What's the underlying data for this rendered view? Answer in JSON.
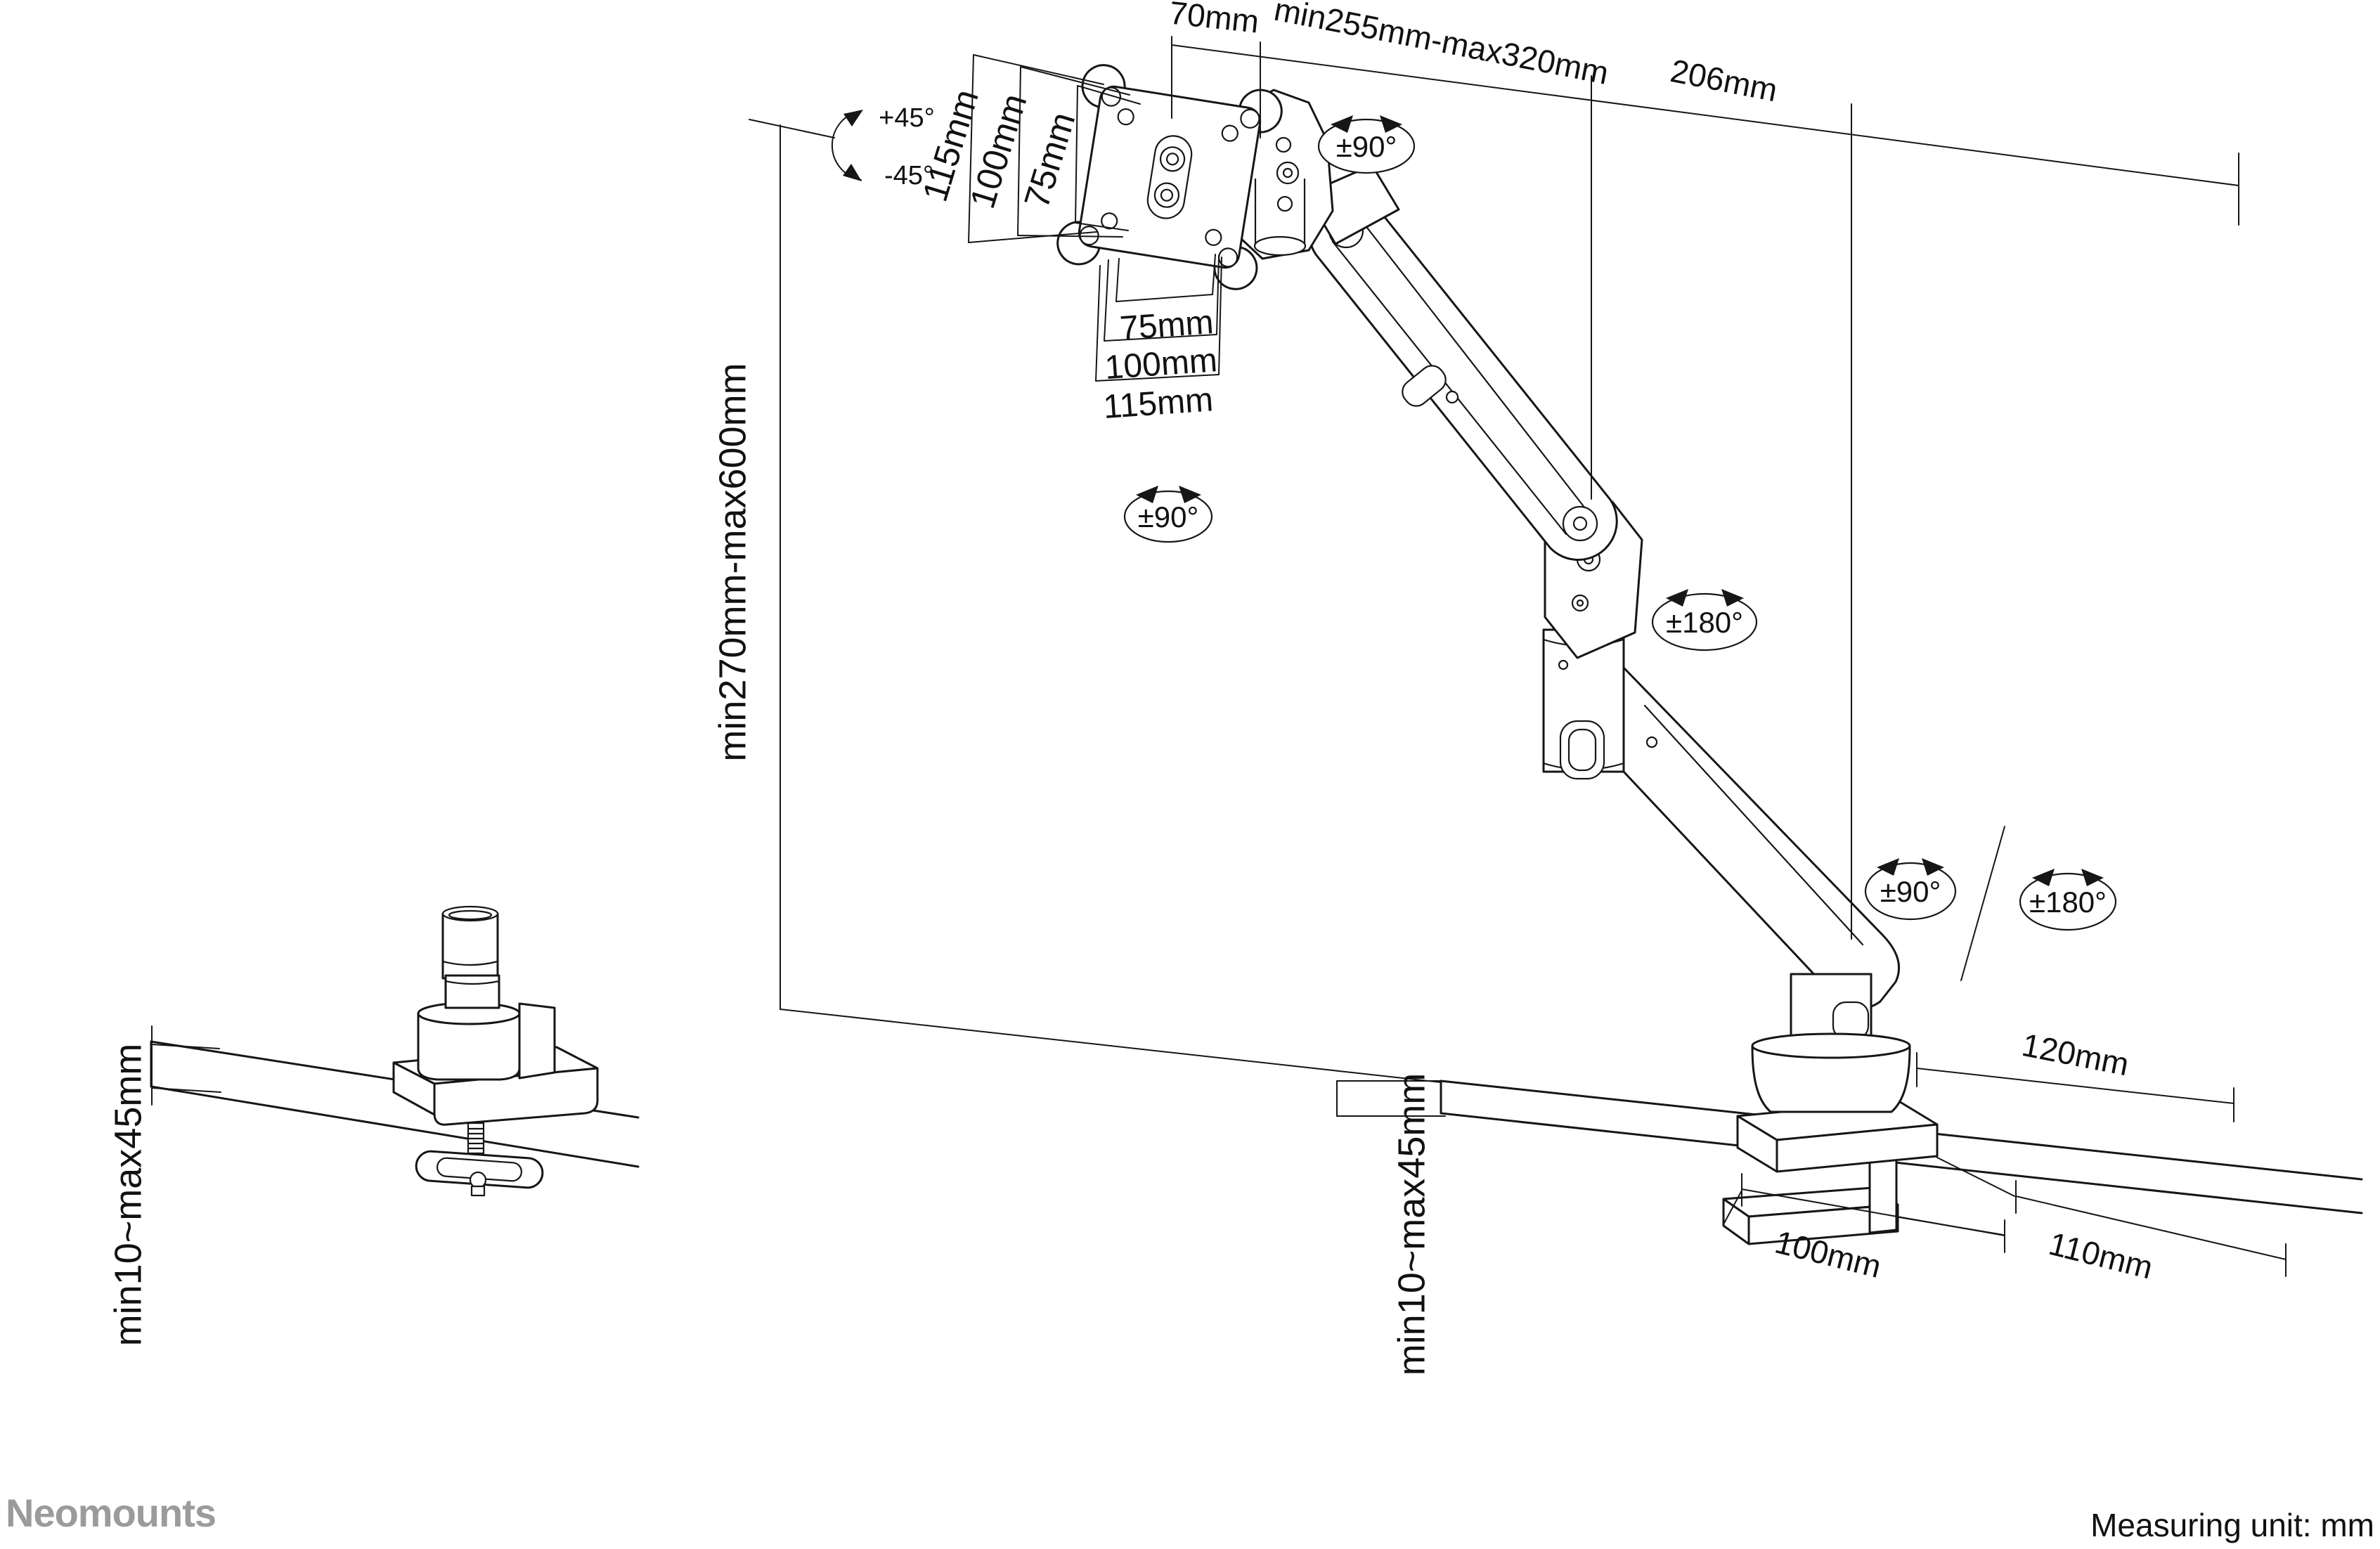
{
  "meta": {
    "brand": "Neomounts",
    "measuring_unit_label": "Measuring unit: mm"
  },
  "colors": {
    "line": "#161616",
    "background": "#ffffff",
    "logo_gray": "#9b9b9b"
  },
  "annotations": {
    "tilt_up": "+45°",
    "tilt_down": "-45°",
    "head_swivel": "±90°",
    "head_rotate": "±90°",
    "elbow_swivel": "±180°",
    "base_swivel": "±90°",
    "base_rotate": "±180°"
  },
  "dimensions": {
    "vesa_depth": "70mm",
    "arm_reach": "min255mm-max320mm",
    "lower_arm_offset": "206mm",
    "height_range": "min270mm-max600mm",
    "vesa_vertical": [
      "115mm",
      "100mm",
      "75mm"
    ],
    "vesa_horizontal": [
      "75mm",
      "100mm",
      "115mm"
    ],
    "desk_thickness_left": "min10~max45mm",
    "desk_thickness_right": "min10~max45mm",
    "base_depth": "120mm",
    "base_width": "100mm",
    "base_diagonal": "110mm"
  }
}
